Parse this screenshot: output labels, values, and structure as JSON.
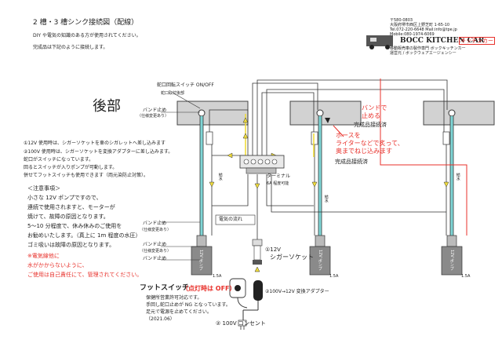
{
  "header": {
    "title": "2 槽・3 槽シンク接続図（配線）",
    "intro_line1": "DIY や電気の知識のある方が使用されてください。",
    "intro_line2": "完成品は下記のように接続します。"
  },
  "company": {
    "postal": "〒580-0803",
    "address": "大阪府堺市西区上野芝町 1-65-10",
    "tel": "Tel.072-220-6648 Mail:info@tpe.jp",
    "mobile": "Mobile:080-1974-6069",
    "logo_text": "BOCC KITCHEN CAR",
    "stamp_text": "キッチンカー",
    "tagline": "移動販売車の製作専門 ボックキッチンカー",
    "operator": "運営元 / ボックウェアエージェンシー"
  },
  "section_title": "後部",
  "labels": {
    "faucet_switch": "蛇口回転スイッチ ON/OFF",
    "faucet_mount": "蛇口取付後部",
    "band_top": "バンド止め",
    "band_top_note": "（仕様変更あり）",
    "band_mid": "バンド止め",
    "band_mid_note": "（仕様変更あり）",
    "band_low": "バンド止め",
    "band_low_note": "（仕様変更あり）",
    "band_bottom": "バンド止め",
    "terminal": "ターミナル",
    "terminal_note": "6A 程度可能",
    "flow": "電気の流れ",
    "cigar_num": "①12V",
    "cigar": "シガーソケット",
    "adapter": "②100V→12V 変換アダプター",
    "outlet": "② 100V コンセント",
    "amp1": "1.5A",
    "amp2": "1.5A",
    "amp3": "1.5A",
    "pump": "12V ポンプ",
    "hose": "給水",
    "band_stop_red1": "バンドで",
    "band_stop_red2": "止める",
    "done1": "完成品接続済",
    "done2": "完成品接続済",
    "hose_red1": "ホースを",
    "hose_red2": "ライターなどで炙って、",
    "hose_red3": "奥までねじ込みます"
  },
  "notes": [
    "①12V 使用時は、シガーソケットを車のシガレットへ差し込みます",
    "②100V 使用時は、シガーソケットを変換アダプターに差し込みます。",
    "蛇口がスイッチになっています。",
    "回るとスイッチが入りポンプが可動します。",
    "併せてフットスイッチも使用できます（両元染防止対策）。"
  ],
  "caution": {
    "title": "＜注意事項＞",
    "lines": [
      "小さな 12V ポンプですので、",
      "連続で使用されますと、モーターが",
      "焼けて、故障の原因となります。",
      "5～10 分程度で、休み休みのご使用を",
      "お勧めいたします。（真上に 1m 程度の水圧）",
      "ゴミ吸いは故障の原因となります。"
    ]
  },
  "warning": {
    "line1": "※電気線他に",
    "line2": "水がかからないように、",
    "line3": "ご使用は自己責任にて、管理されてください。"
  },
  "foot_switch": {
    "title": "フットスイッチ",
    "title_note": "（点灯時は OFF）",
    "lines": [
      "保健所営業許可対応です。",
      "手回し蛇口止めが NG となっています。",
      "足元で電源を止めてください。",
      "（2021.06）"
    ]
  },
  "colors": {
    "red": "#e8312b",
    "pipe": "#7fd6d6",
    "wire_yellow": "#f0dc3c",
    "gray": "#cfcfcf",
    "dark": "#333333"
  }
}
